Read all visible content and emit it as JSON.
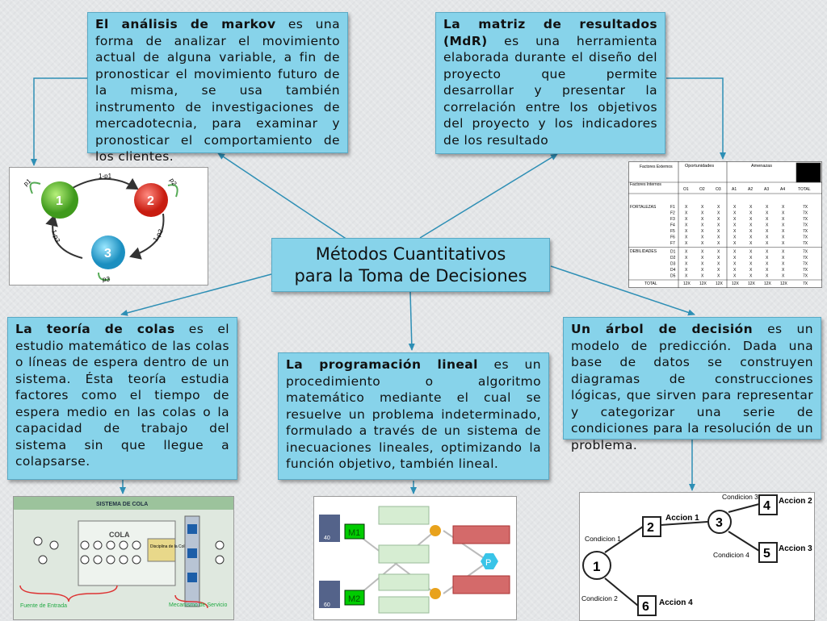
{
  "center": {
    "line1": "Métodos Cuantitativos",
    "line2": "para la Toma de Decisiones"
  },
  "markov": {
    "term": "El análisis de markov",
    "text": " es una forma de analizar el movimiento actual de alguna variable, a fin de pronosticar el movimiento futuro de la misma, se usa también  instrumento de investigaciones de mercadotecnia, para examinar y pronosticar el comportamiento de los clientes."
  },
  "mdr": {
    "term": "La matriz de resultados (MdR)",
    "text": " es una herramienta elaborada durante el diseño del proyecto que permite desarrollar y presentar la correlación entre los objetivos del proyecto y los indicadores de los resultado"
  },
  "colas": {
    "term": "La teoría de colas",
    "text": " es el estudio matemático de las colas o líneas de espera dentro de un sistema. Ésta teoría estudia factores como el tiempo de espera medio en las colas o la capacidad de trabajo del sistema sin que llegue a colapsarse."
  },
  "lineal": {
    "term": "La programación lineal",
    "text": " es un procedimiento o algoritmo matemático mediante el cual se resuelve un problema indeterminado, formulado a través de un sistema de inecuaciones lineales, optimizando la función objetivo, también lineal."
  },
  "arbol": {
    "term": "Un árbol de decisión",
    "text": " es un modelo de predicción. Dada una base de datos se construyen diagramas de construcciones lógicas, que sirven para representar y categorizar una serie de condiciones para la resolución de un problema."
  },
  "markov_diagram": {
    "n1": "1",
    "n2": "2",
    "n3": "3",
    "e12": "1-p1",
    "e23": "1-p2",
    "e31": "1-p3",
    "l1": "p1",
    "l2": "p2",
    "l3": "p3"
  },
  "matrix": {
    "corner_top": "Factores Externos",
    "corner_bottom": "Factores Internos",
    "group1": "Oportunidades",
    "group2": "Amenazas",
    "cols": [
      "O1",
      "O2",
      "O3",
      "A1",
      "A2",
      "A3",
      "A4",
      "TOTAL"
    ],
    "fortalezas": "FORTALEZAS",
    "debilidades": "DEBILIDADES",
    "total": "TOTAL",
    "f_rows": [
      "F1",
      "F2",
      "F3",
      "F4",
      "F5",
      "F6",
      "F7"
    ],
    "d_rows": [
      "D1",
      "D2",
      "D3",
      "D4",
      "D5"
    ],
    "cell": "X",
    "row_total": "7X",
    "col_total": "12X"
  },
  "queue": {
    "title": "SISTEMA DE COLA",
    "cola": "COLA",
    "disciplina": "Disciplina de la Cola",
    "fuente": "Fuente de Entrada",
    "mecanismo": "Mecanismo de Servicio"
  },
  "lp": {
    "m1": "M1",
    "m2": "M2",
    "p": "P",
    "v1": "40",
    "v2": "60"
  },
  "tree": {
    "c1": "Condicion 1",
    "c2": "Condicion 2",
    "c3": "Condicion 3",
    "c4": "Condicion 4",
    "a1": "Accion 1",
    "a2": "Accion 2",
    "a3": "Accion 3",
    "a4": "Accion 4",
    "n1": "1",
    "n2": "2",
    "n3": "3",
    "n4": "4",
    "n5": "5",
    "n6": "6"
  }
}
